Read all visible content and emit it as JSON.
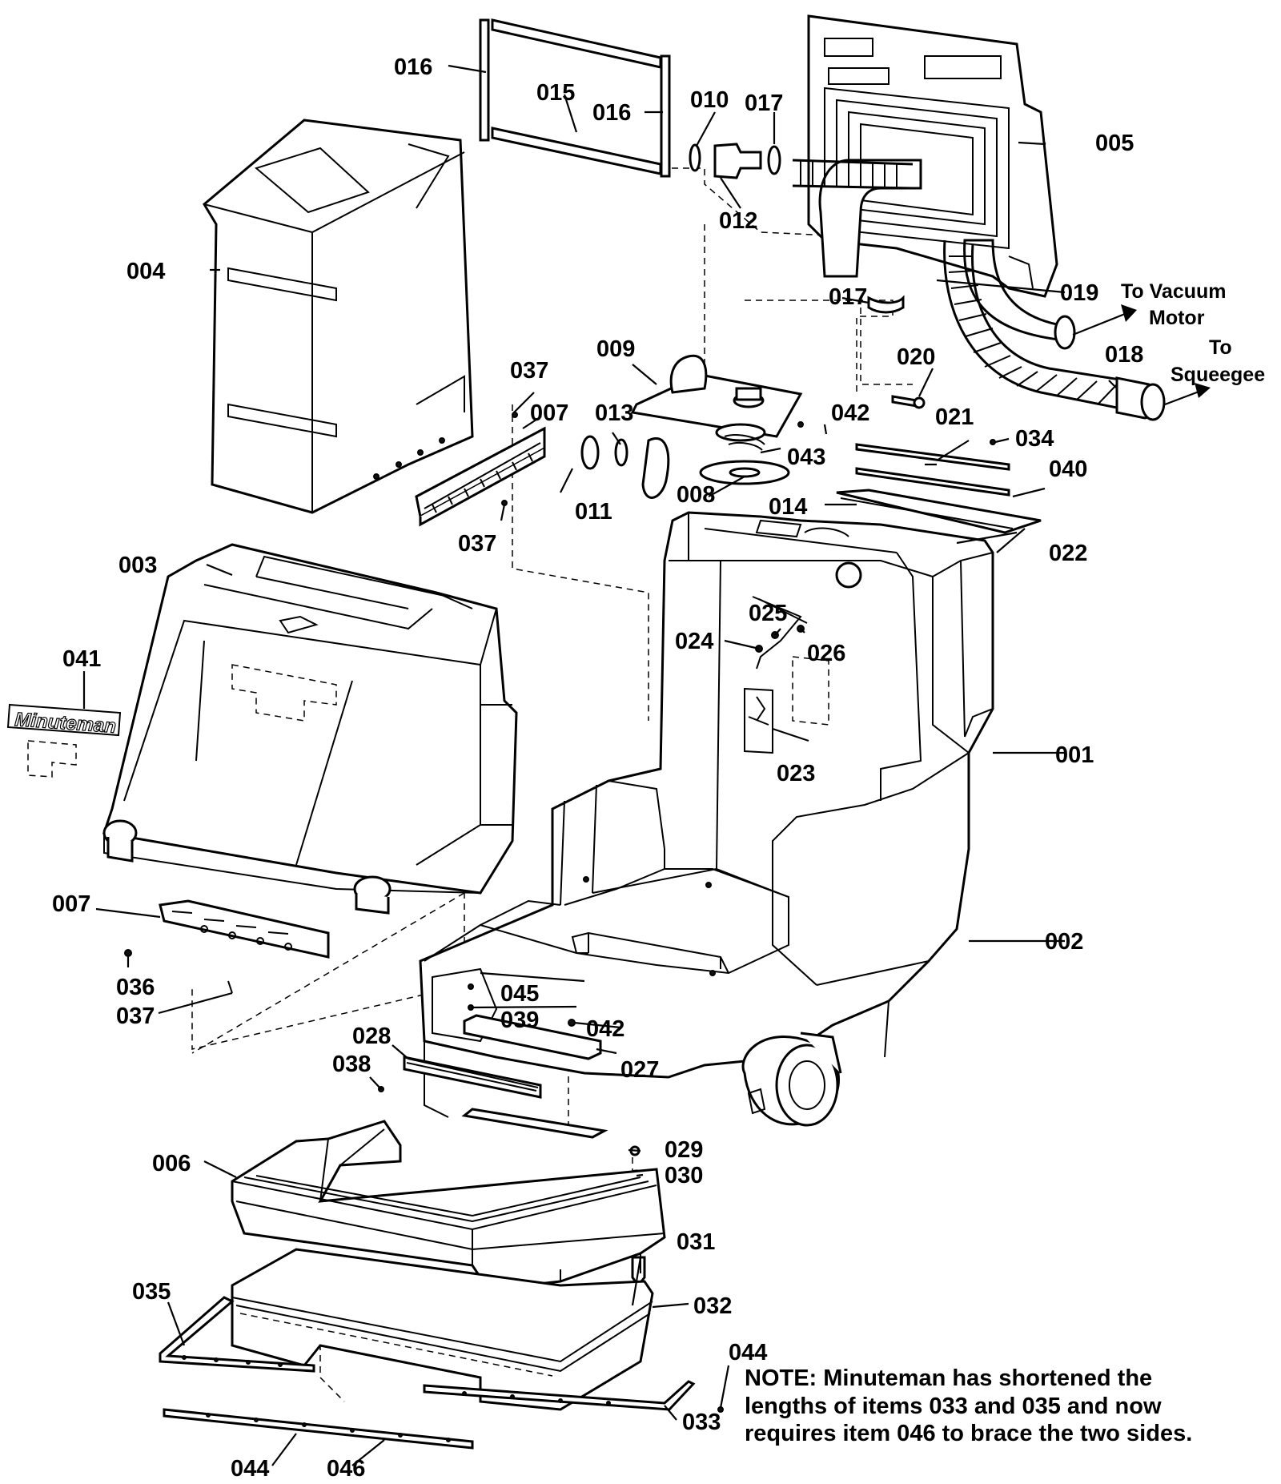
{
  "parts": {
    "p001": "001",
    "p002": "002",
    "p003": "003",
    "p004": "004",
    "p005": "005",
    "p006": "006",
    "p007a": "007",
    "p007b": "007",
    "p008": "008",
    "p009": "009",
    "p010": "010",
    "p011": "011",
    "p012": "012",
    "p013": "013",
    "p014": "014",
    "p015": "015",
    "p016a": "016",
    "p016b": "016",
    "p017a": "017",
    "p017b": "017",
    "p018": "018",
    "p019": "019",
    "p020": "020",
    "p021": "021",
    "p022": "022",
    "p023": "023",
    "p024": "024",
    "p025": "025",
    "p026": "026",
    "p027": "027",
    "p028": "028",
    "p029": "029",
    "p030": "030",
    "p031": "031",
    "p032": "032",
    "p033": "033",
    "p034": "034",
    "p035": "035",
    "p036": "036",
    "p037a": "037",
    "p037b": "037",
    "p037c": "037",
    "p038": "038",
    "p039": "039",
    "p040": "040",
    "p041": "041",
    "p042a": "042",
    "p042b": "042",
    "p043": "043",
    "p044a": "044",
    "p044b": "044",
    "p045": "045",
    "p046": "046"
  },
  "destinations": {
    "vacuum_line1": "To Vacuum",
    "vacuum_line2": "Motor",
    "squeegee_line1": "To",
    "squeegee_line2": "Squeegee"
  },
  "logo_text": "Minuteman",
  "note": {
    "line1": "NOTE: Minuteman has shortened the",
    "line2": "lengths of items 033 and 035 and now",
    "line3": "requires item 046 to brace the two sides."
  }
}
